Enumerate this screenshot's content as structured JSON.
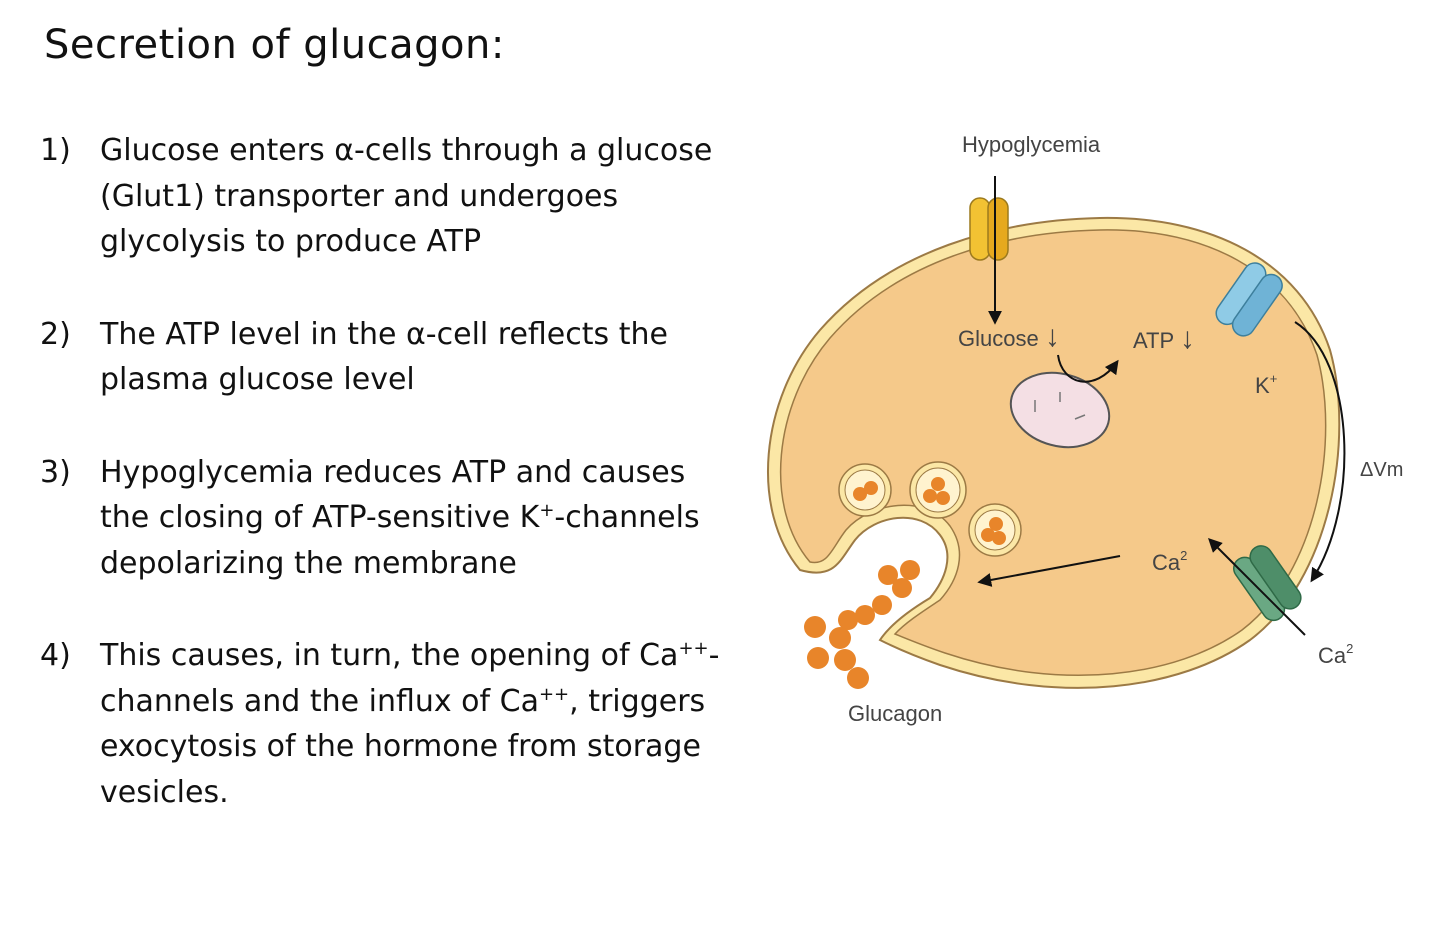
{
  "title": "Secretion of glucagon:",
  "steps": [
    {
      "number": "1)",
      "parts": [
        {
          "t": "Glucose enters "
        },
        {
          "t": "α"
        },
        {
          "t": "-cells through a glucose (Glut1) transporter and undergoes glycolysis to produce ATP"
        }
      ]
    },
    {
      "number": "2)",
      "parts": [
        {
          "t": "The ATP level in the "
        },
        {
          "t": "α"
        },
        {
          "t": "-cell reflects the plasma glucose level"
        }
      ]
    },
    {
      "number": "3)",
      "parts": [
        {
          "t": "Hypoglycemia reduces ATP and causes the closing of ATP-sensitive K"
        },
        {
          "t": "+",
          "sup": true
        },
        {
          "t": "-channels depolarizing  the membrane"
        }
      ]
    },
    {
      "number": "4)",
      "parts": [
        {
          "t": "This causes, in turn, the opening of Ca"
        },
        {
          "t": "++",
          "sup": true
        },
        {
          "t": "-channels and the influx of Ca"
        },
        {
          "t": "++",
          "sup": true
        },
        {
          "t": ",  triggers  exocytosis of the hormone from storage vesicles."
        }
      ]
    }
  ],
  "diagram": {
    "hypoglycemia_label": "Hypoglycemia",
    "glucose_label": "Glucose",
    "atp_label": "ATP",
    "down_arrow": "↓",
    "k_label": "K",
    "k_sup": "+",
    "delta_vm_label": "ΔVm",
    "ca_inside_label": "Ca",
    "ca_inside_sup": "2",
    "ca_outside_label": "Ca",
    "ca_outside_sup": "2",
    "glucagon_label": "Glucagon",
    "colors": {
      "cytoplasm": "#f5c98a",
      "membrane": "#fbe7a6",
      "membrane_outline": "#9c7a45",
      "glut_transporter": "#f2c233",
      "k_channel": "#8fcbe6",
      "ca_channel": "#6aa883",
      "mitochondrion": "#f4dfe4",
      "granule": "#e8852a"
    }
  }
}
